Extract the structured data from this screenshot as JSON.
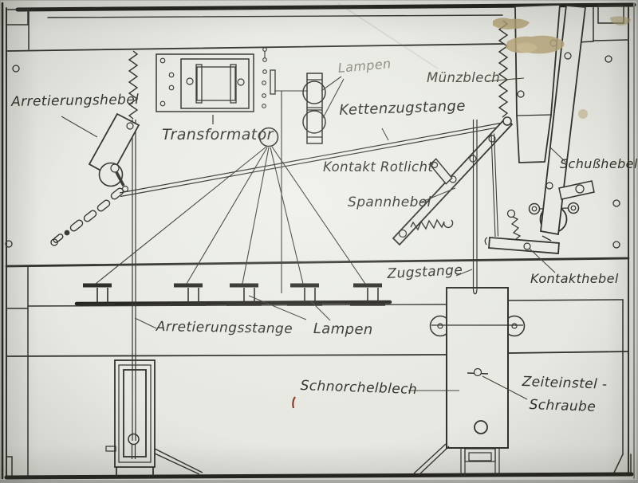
{
  "figure": {
    "kind": "hand-drawn mechanical schematic (photographed paper)",
    "language": "German",
    "colors": {
      "ink": "#32312c",
      "paper": "#e8e9e3",
      "stain": "#b5a478",
      "faded_label": "#8b897e",
      "red_mark": "#8a3a28"
    },
    "labels": {
      "arretierungshebel": {
        "text": "Arretierungshebel"
      },
      "transformator": {
        "text": "Transformator"
      },
      "lampen_top": {
        "text": "Lampen"
      },
      "muenzblech": {
        "text": "Münzblech"
      },
      "kettenzugstange": {
        "text": "Kettenzugstange"
      },
      "kontakt_rotlicht": {
        "text": "Kontakt Rotlicht"
      },
      "spannhebel": {
        "text": "Spannhebel"
      },
      "schusshebel": {
        "text": "Schußhebel"
      },
      "zugstange": {
        "text": "Zugstange"
      },
      "kontakthebel": {
        "text": "Kontakthebel"
      },
      "arretierungsstange": {
        "text": "Arretierungsstange"
      },
      "lampen_bottom": {
        "text": "Lampen"
      },
      "schnorchelblech": {
        "text": "Schnorchelblech"
      },
      "zeiteinstel": {
        "text": "Zeiteinstel -"
      },
      "schraube": {
        "text": "Schraube"
      }
    }
  }
}
